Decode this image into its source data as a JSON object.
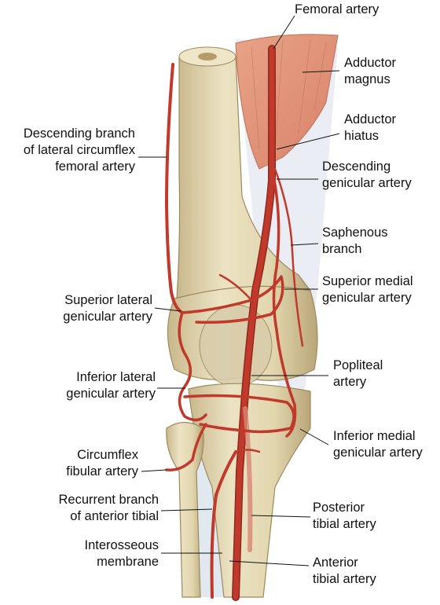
{
  "colors": {
    "bone": "#e3d8b2",
    "bone_shadow": "#b8a57a",
    "artery": "#c0392b",
    "artery_dark": "#8e2a1f",
    "muscle": "#e49a7d",
    "ligament": "#dfe6ee",
    "leader": "#111111"
  },
  "labels": {
    "femoral_artery": [
      "Femoral artery"
    ],
    "adductor_magnus": [
      "Adductor",
      "magnus"
    ],
    "adductor_hiatus": [
      "Adductor",
      "hiatus"
    ],
    "descending_genicular": [
      "Descending",
      "genicular artery"
    ],
    "saphenous_branch": [
      "Saphenous",
      "branch"
    ],
    "superior_medial_genicular": [
      "Superior medial",
      "genicular artery"
    ],
    "popliteal_artery": [
      "Popliteal",
      "artery"
    ],
    "inferior_medial_genicular": [
      "Inferior medial",
      "genicular artery"
    ],
    "posterior_tibial": [
      "Posterior",
      "tibial artery"
    ],
    "anterior_tibial": [
      "Anterior",
      "tibial artery"
    ],
    "descending_branch_lcf": [
      "Descending branch",
      "of lateral circumflex",
      "femoral artery"
    ],
    "superior_lateral_genicular": [
      "Superior lateral",
      "genicular artery"
    ],
    "inferior_lateral_genicular": [
      "Inferior lateral",
      "genicular artery"
    ],
    "circumflex_fibular": [
      "Circumflex",
      "fibular artery"
    ],
    "recurrent_anterior_tibial": [
      "Recurrent branch",
      "of anterior tibial"
    ],
    "interosseous_membrane": [
      "Interosseous",
      "membrane"
    ]
  }
}
